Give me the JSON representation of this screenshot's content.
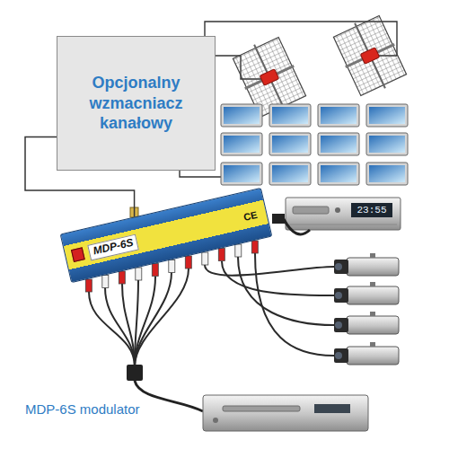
{
  "diagram": {
    "caption": "MDP-6S modulator",
    "nodes": [
      {
        "text": [
          "Opcjonalny wzmacniacz kanałowy"
        ]
      },
      {
        "text": [
          "MDP-6S",
          "CE"
        ]
      }
    ],
    "edges": [
      {
        "from": 1,
        "to": 0,
        "arrow": "none"
      }
    ],
    "labels": [
      "23:55"
    ]
  }
}
